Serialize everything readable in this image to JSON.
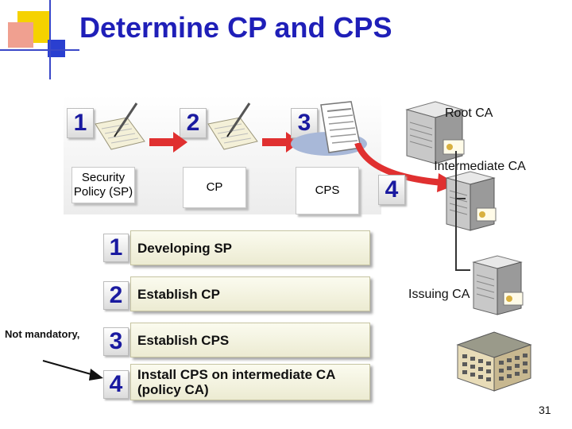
{
  "title": "Determine CP and CPS",
  "steps": [
    {
      "num": "1",
      "label": "Security Policy (SP)"
    },
    {
      "num": "2",
      "label": "CP"
    },
    {
      "num": "3",
      "label": "CPS"
    },
    {
      "num": "4"
    }
  ],
  "ca": {
    "root": "Root CA",
    "intermediate": "Intermediate CA",
    "issuing": "Issuing CA"
  },
  "rows": [
    {
      "num": "1",
      "text": "Developing SP"
    },
    {
      "num": "2",
      "text": "Establish CP"
    },
    {
      "num": "3",
      "text": "Establish CPS"
    },
    {
      "num": "4",
      "text": "Install CPS on intermediate CA (policy CA)"
    }
  ],
  "note": "Not mandatory,",
  "page_number": "31",
  "colors": {
    "title": "#1f1fb8",
    "accent_red": "#e03030",
    "deco_yellow": "#f5d200",
    "deco_red": "#e8402a",
    "deco_blue": "#2a3fd0"
  }
}
